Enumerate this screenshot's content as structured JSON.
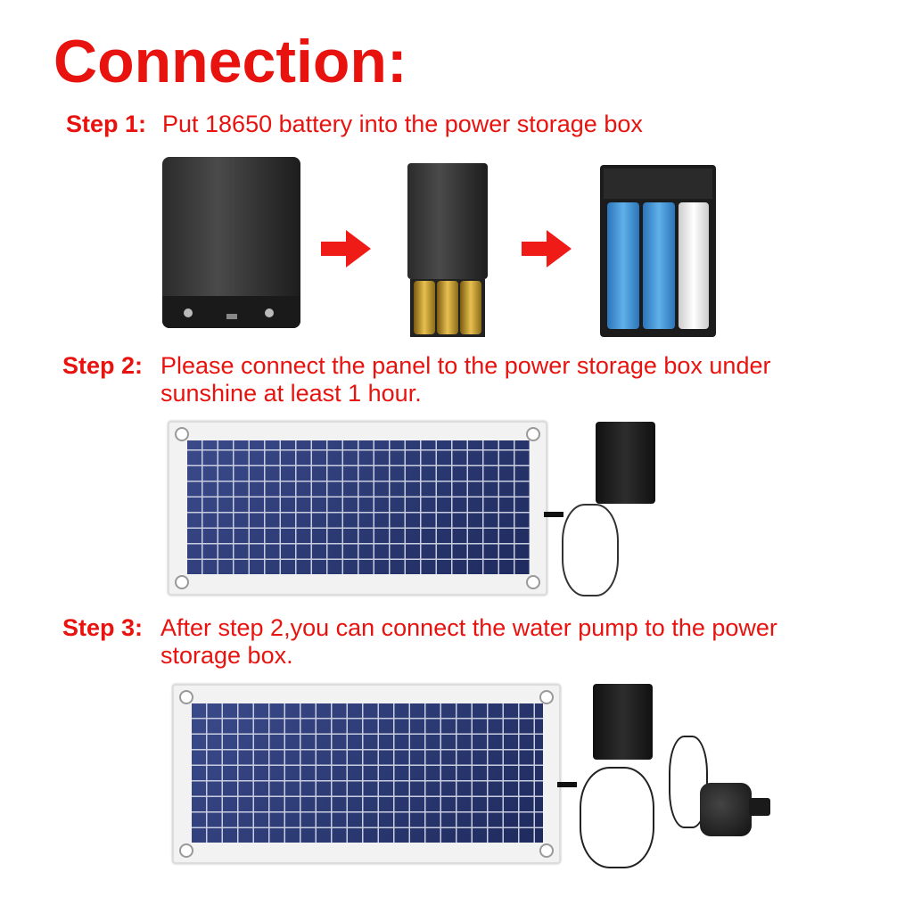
{
  "title": "Connection:",
  "steps": [
    {
      "label": "Step 1:",
      "text_lines": [
        "Put 18650 battery into the power storage box"
      ]
    },
    {
      "label": "Step 2:",
      "text_lines": [
        "Please connect the panel to the power storage box under",
        "sunshine at least 1 hour."
      ]
    },
    {
      "label": "Step 3:",
      "text_lines": [
        "After step 2,you can connect the water pump to the power",
        "storage box."
      ]
    }
  ],
  "colors": {
    "accent": "#e8130f",
    "panel_cell": "#2c3a73"
  }
}
